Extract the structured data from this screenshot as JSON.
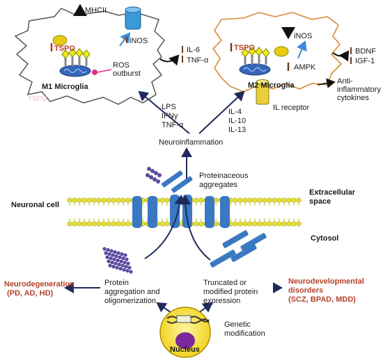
{
  "m1": {
    "title": "M1 Microglia",
    "mhcii": "MHCII",
    "inos": "iNOS",
    "tspo": "TSPO",
    "ros_line1": "ROS",
    "ros_line2": "outburst",
    "il6": "IL-6",
    "tnf": "TNF-α",
    "ghost_tspo": "TSPO"
  },
  "m2": {
    "title": "M2 Microglia",
    "inos": "iNOS",
    "tspo": "TSPO",
    "ampk": "AMPK",
    "bdnf": "BDNF",
    "igf1": "IGF-1",
    "anti_line1": "Anti-",
    "anti_line2": "inflammatory",
    "anti_line3": "cytokines",
    "il_receptor": "IL receptor"
  },
  "stimuli_m1": [
    "LPS",
    "IFNγ",
    "TNF-α"
  ],
  "stimuli_m2": [
    "IL-4",
    "IL-10",
    "IL-13"
  ],
  "neuroinflammation": "Neuroinflammation",
  "proteinaceous_line1": "Proteinaceous",
  "proteinaceous_line2": "aggregates",
  "extracellular_line1": "Extracellular",
  "extracellular_line2": "space",
  "cytosol": "Cytosol",
  "neuronal_cell": "Neuronal cell",
  "neurodegeneration_line1": "Neurodegeneration",
  "neurodegeneration_line2": "(PD, AD, HD)",
  "protein_agg_line1": "Protein",
  "protein_agg_line2": "aggregation and",
  "protein_agg_line3": "oligomerization",
  "truncated_line1": "Truncated or",
  "truncated_line2": "modified protein",
  "truncated_line3": "expression",
  "neurodev_line1": "Neurodevelopmental",
  "neurodev_line2": "disorders",
  "neurodev_line3": "(SCZ, BPAD, MDD)",
  "genetic_line1": "Genetic",
  "genetic_line2": "modification",
  "nucleus": "Nucleus",
  "colors": {
    "red_label": "#b5402a",
    "membrane_blue": "#3a78c2",
    "dark_arrow": "#1f2a5c",
    "lipid_yellow": "#e8e23a",
    "up_arrow": "#c0392b",
    "down_arrow": "#6b3a1f"
  }
}
